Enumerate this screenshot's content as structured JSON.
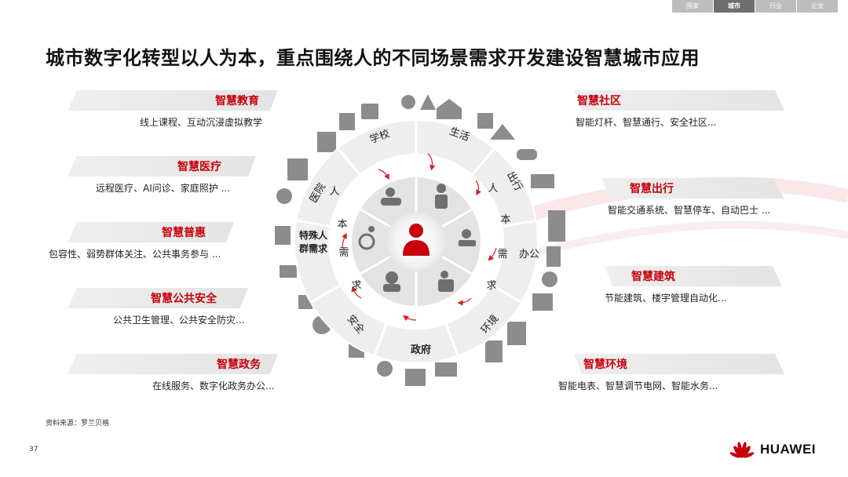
{
  "nav": {
    "tabs": [
      "国家",
      "城市",
      "行业",
      "企业"
    ],
    "active_tab": "城市"
  },
  "slide": {
    "title": "城市数字化转型以人为本，重点围绕人的不同场景需求开发建设智慧城市应用",
    "source": "资料来源：罗兰贝格",
    "page_number": "37",
    "brand": "HUAWEI"
  },
  "left_cards": [
    {
      "title": "智慧教育",
      "desc": "线上课程、互动沉浸虚拟教学"
    },
    {
      "title": "智慧医疗",
      "desc": "远程医疗、AI问诊、家庭照护 ..."
    },
    {
      "title": "智慧普惠",
      "desc": "包容性、弱势群体关注、公共事务参与 ..."
    },
    {
      "title": "智慧公共安全",
      "desc": "公共卫生管理、公共安全防灾..."
    },
    {
      "title": "智慧政务",
      "desc": "在线服务、数字化政务办公..."
    }
  ],
  "right_cards": [
    {
      "title": "智慧社区",
      "desc": "智能灯杆、智慧通行、安全社区..."
    },
    {
      "title": "智慧出行",
      "desc": "智能交通系统、智慧停车、自动巴士 ..."
    },
    {
      "title": "智慧建筑",
      "desc": "节能建筑、楼宇管理自动化..."
    },
    {
      "title": "智慧环境",
      "desc": "智能电表、智慧调节电网、智能水务..."
    }
  ],
  "wheel": {
    "segments": [
      "学校",
      "生活",
      "出行",
      "办公",
      "环境",
      "政府",
      "安全",
      "特殊人群需求",
      "医院"
    ],
    "left_text": [
      "人",
      "本",
      "需",
      "求"
    ],
    "right_text": [
      "人",
      "本",
      "需",
      "求"
    ],
    "center_icon": "person-icon",
    "inner_icons": [
      "graduate-icon",
      "worker-icon",
      "family-icon",
      "elderly-icon",
      "wheelchair-icon",
      "baby-icon"
    ]
  },
  "colors": {
    "accent": "#c7000b",
    "banner": "#e8e8e8",
    "wheel_ring": "#efefef",
    "icons": "#8c8c8c"
  }
}
